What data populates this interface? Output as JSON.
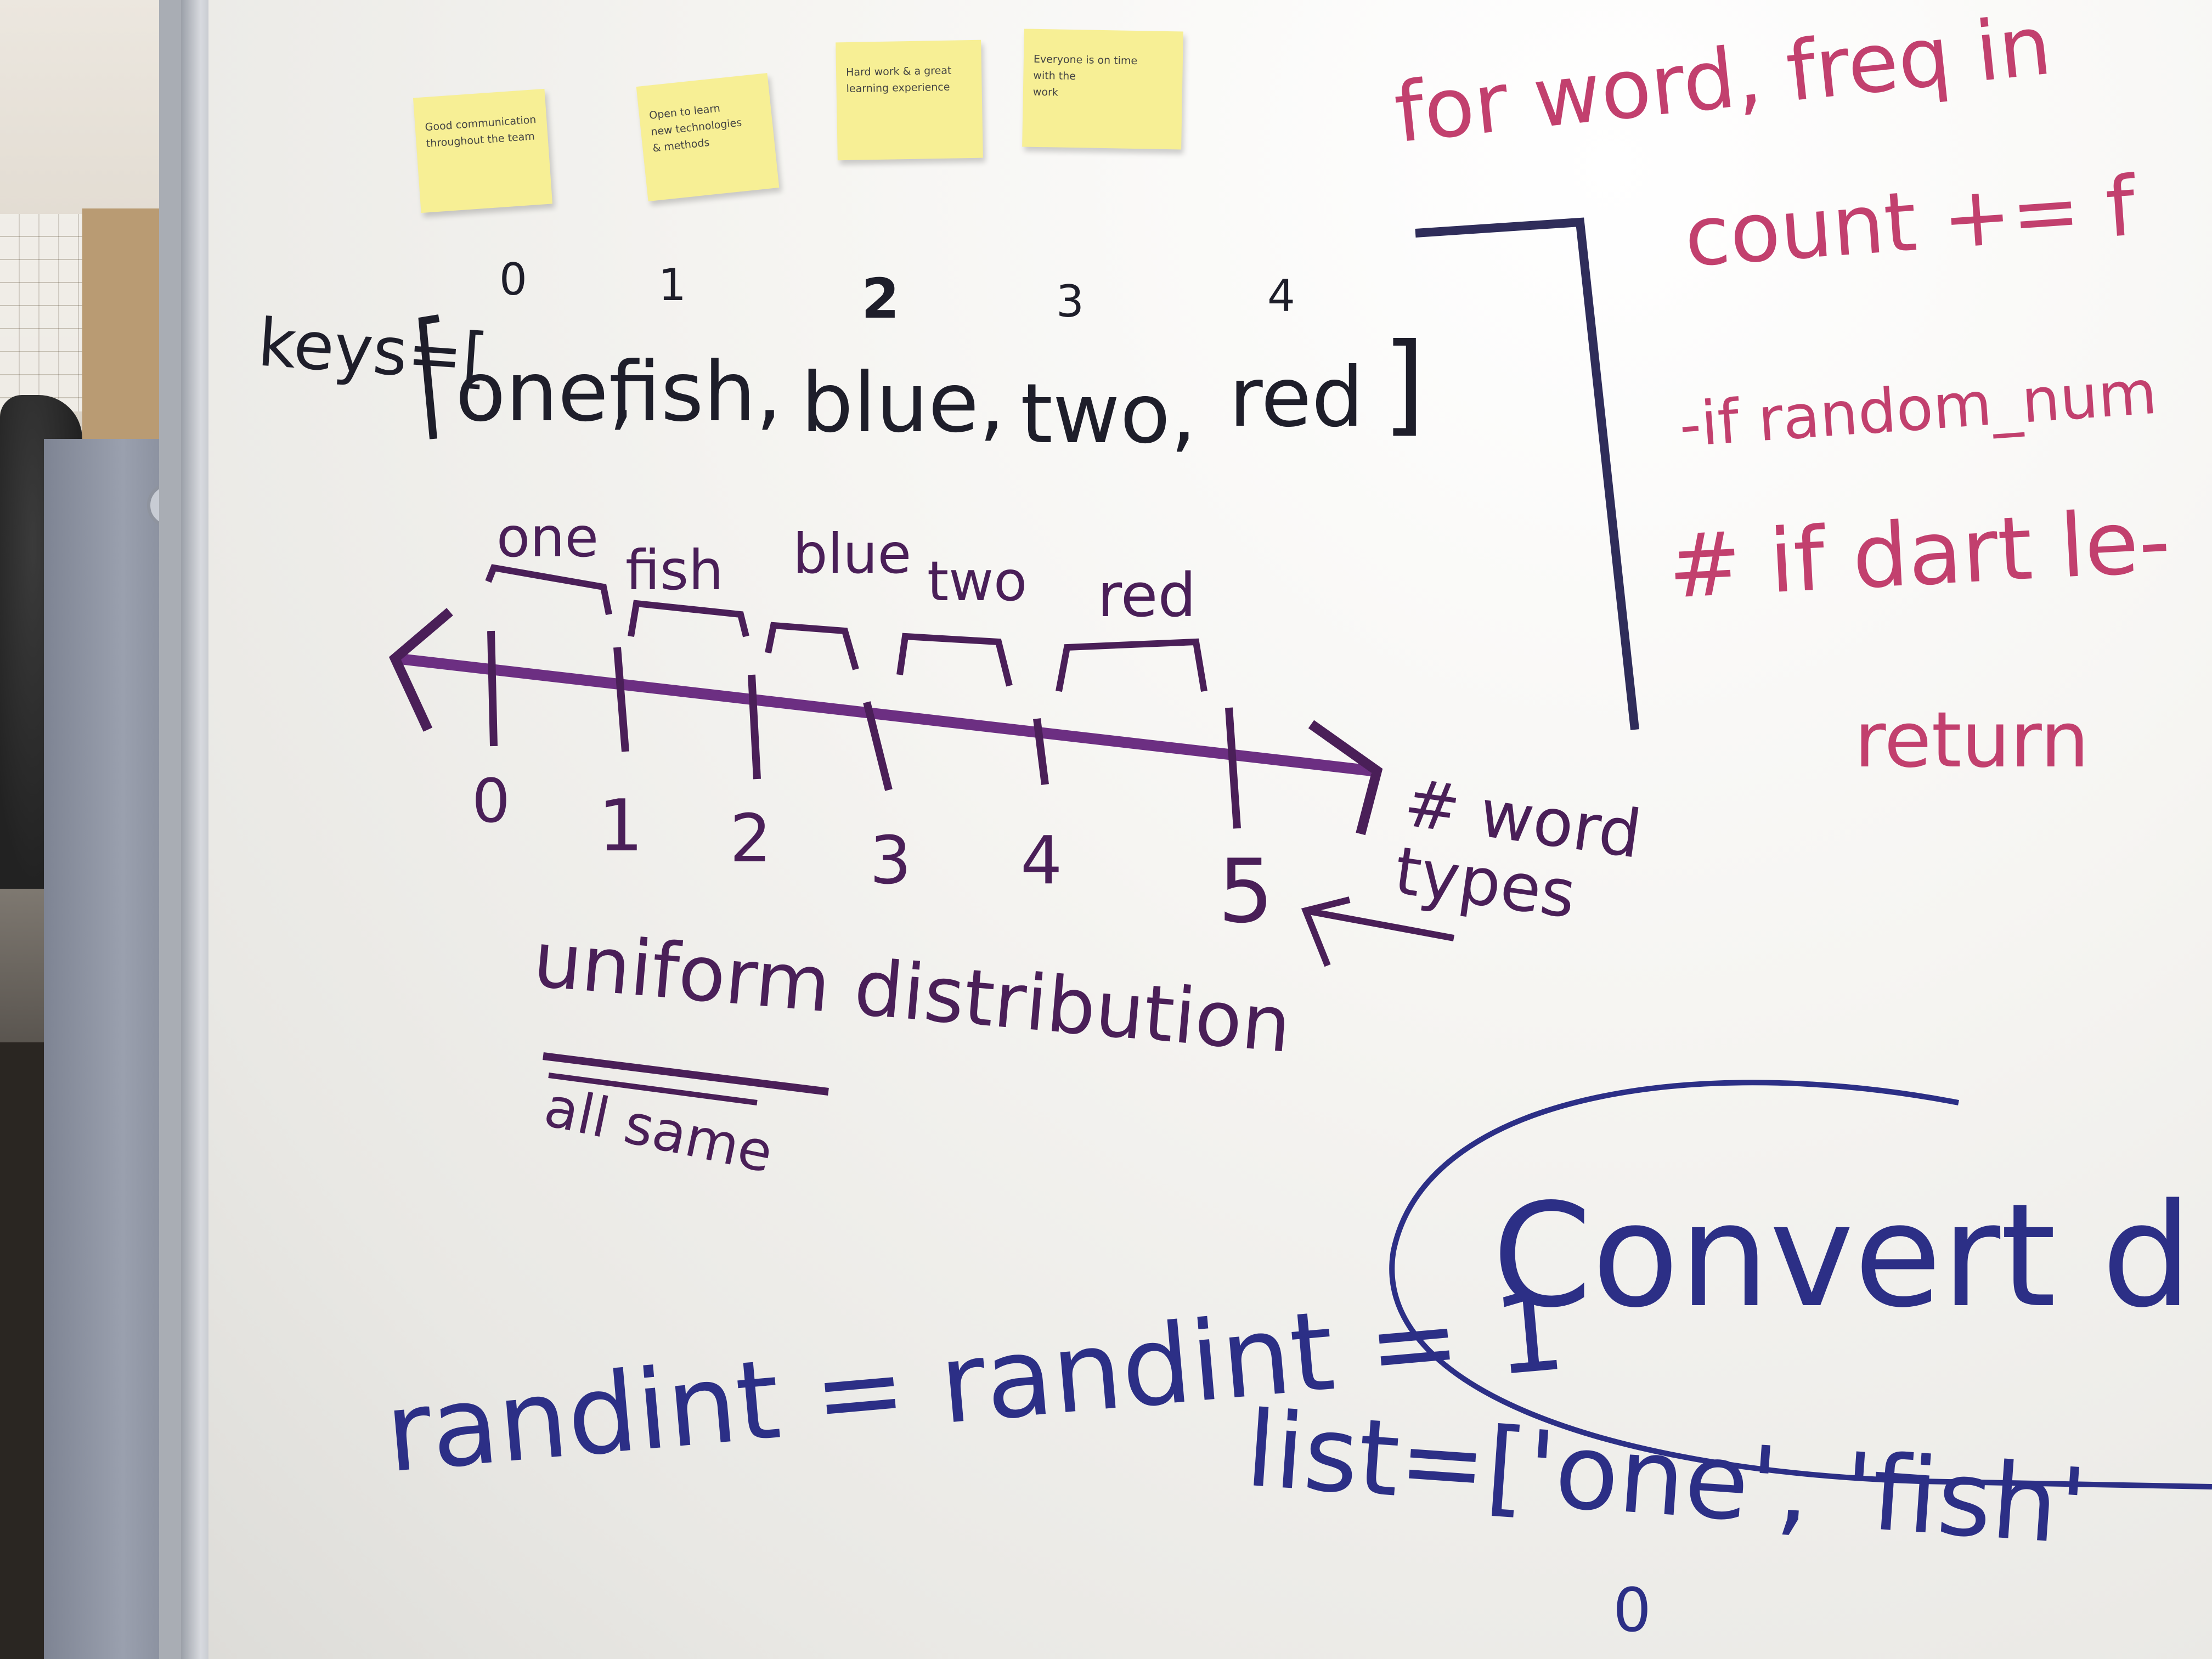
{
  "sticky_notes": [
    {
      "text": "Good communication\nthroughout the team"
    },
    {
      "text": "Open to learn\nnew technologies\n& methods"
    },
    {
      "text": "Hard work & a great\nlearning experience"
    },
    {
      "text": "Everyone is on time\nwith the\nwork"
    }
  ],
  "keys_diagram": {
    "label": "keys=[",
    "close_bracket": "]",
    "indices": [
      "0",
      "1",
      "2",
      "3",
      "4"
    ],
    "words": [
      "one,",
      "fish,",
      "blue,",
      "two,",
      "red"
    ]
  },
  "number_line": {
    "segment_labels": [
      "one",
      "fish",
      "blue",
      "two",
      "red"
    ],
    "ticks": [
      "0",
      "1",
      "2",
      "3",
      "4",
      "5"
    ],
    "annotation": "# word\ntypes"
  },
  "notes": {
    "uniform": "uniform distribution",
    "all_same": "all same",
    "randint": "randint = randint = 1"
  },
  "right_code": {
    "line1": "for word, freq in",
    "line2": "count += f",
    "line3": "-if random_num",
    "line4": "# if dart le-",
    "line5": "return"
  },
  "bottom_right": {
    "circled": "Convert d",
    "list_line": "list=['one', 'fish'",
    "list_index": "0"
  },
  "colors": {
    "purple_marker": "#4a1f58",
    "magenta_marker": "#c2406e",
    "navy_marker": "#2c2f86",
    "sticky_yellow": "#f7ef95"
  }
}
